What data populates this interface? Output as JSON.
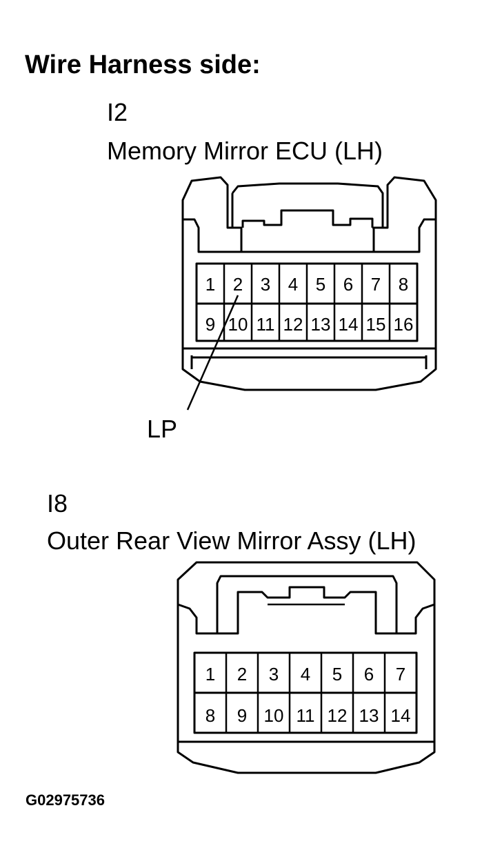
{
  "heading": "Wire Harness side:",
  "connectors": [
    {
      "code": "I2",
      "name": "Memory Mirror ECU (LH)",
      "pins_top": [
        "1",
        "2",
        "3",
        "4",
        "5",
        "6",
        "7",
        "8"
      ],
      "pins_bottom": [
        "9",
        "10",
        "11",
        "12",
        "13",
        "14",
        "15",
        "16"
      ],
      "callout": {
        "label": "LP",
        "pin": "2"
      }
    },
    {
      "code": "I8",
      "name": "Outer Rear View Mirror Assy (LH)",
      "pins_top": [
        "1",
        "2",
        "3",
        "4",
        "5",
        "6",
        "7"
      ],
      "pins_bottom": [
        "8",
        "9",
        "10",
        "11",
        "12",
        "13",
        "14"
      ]
    }
  ],
  "figure_id": "G02975736"
}
